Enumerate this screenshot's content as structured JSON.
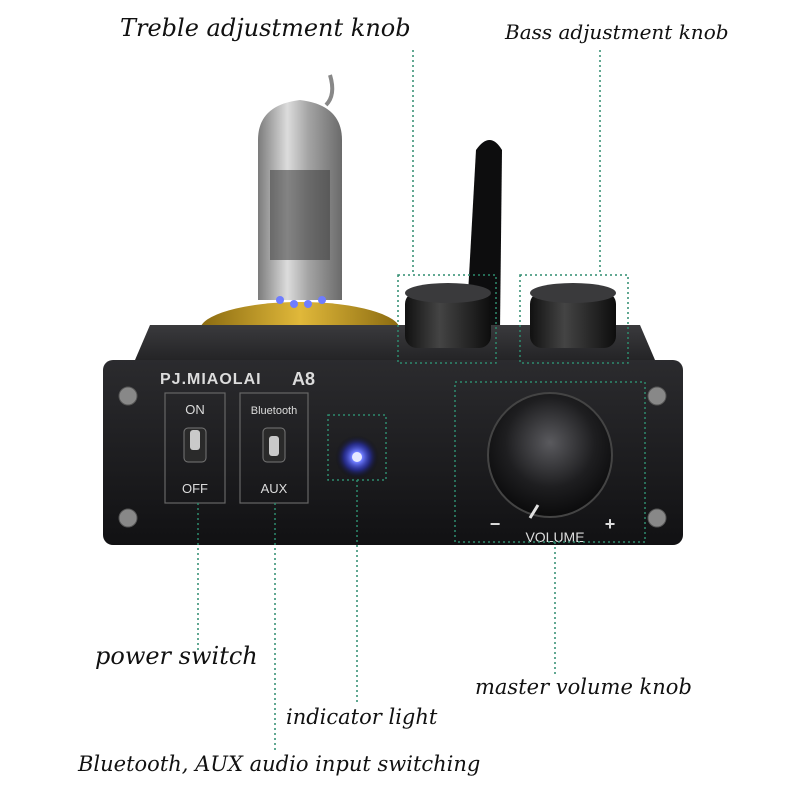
{
  "callouts": {
    "treble": "Treble adjustment knob",
    "bass": "Bass adjustment knob",
    "power": "power switch",
    "indicator": "indicator light",
    "volume": "master volume knob",
    "input_switch": "Bluetooth, AUX audio input switching"
  },
  "panel": {
    "brand": "PJ.MIAOLAI",
    "model": "A8",
    "power_on": "ON",
    "power_off": "OFF",
    "input_top": "Bluetooth",
    "input_bottom": "AUX",
    "volume_label": "VOLUME",
    "minus": "−",
    "plus": "+"
  },
  "colors": {
    "callout_line": "#2e8b6e",
    "led": "#3b4bff",
    "chassis": "#1a1a1c",
    "tube_base": "#c9a227"
  }
}
